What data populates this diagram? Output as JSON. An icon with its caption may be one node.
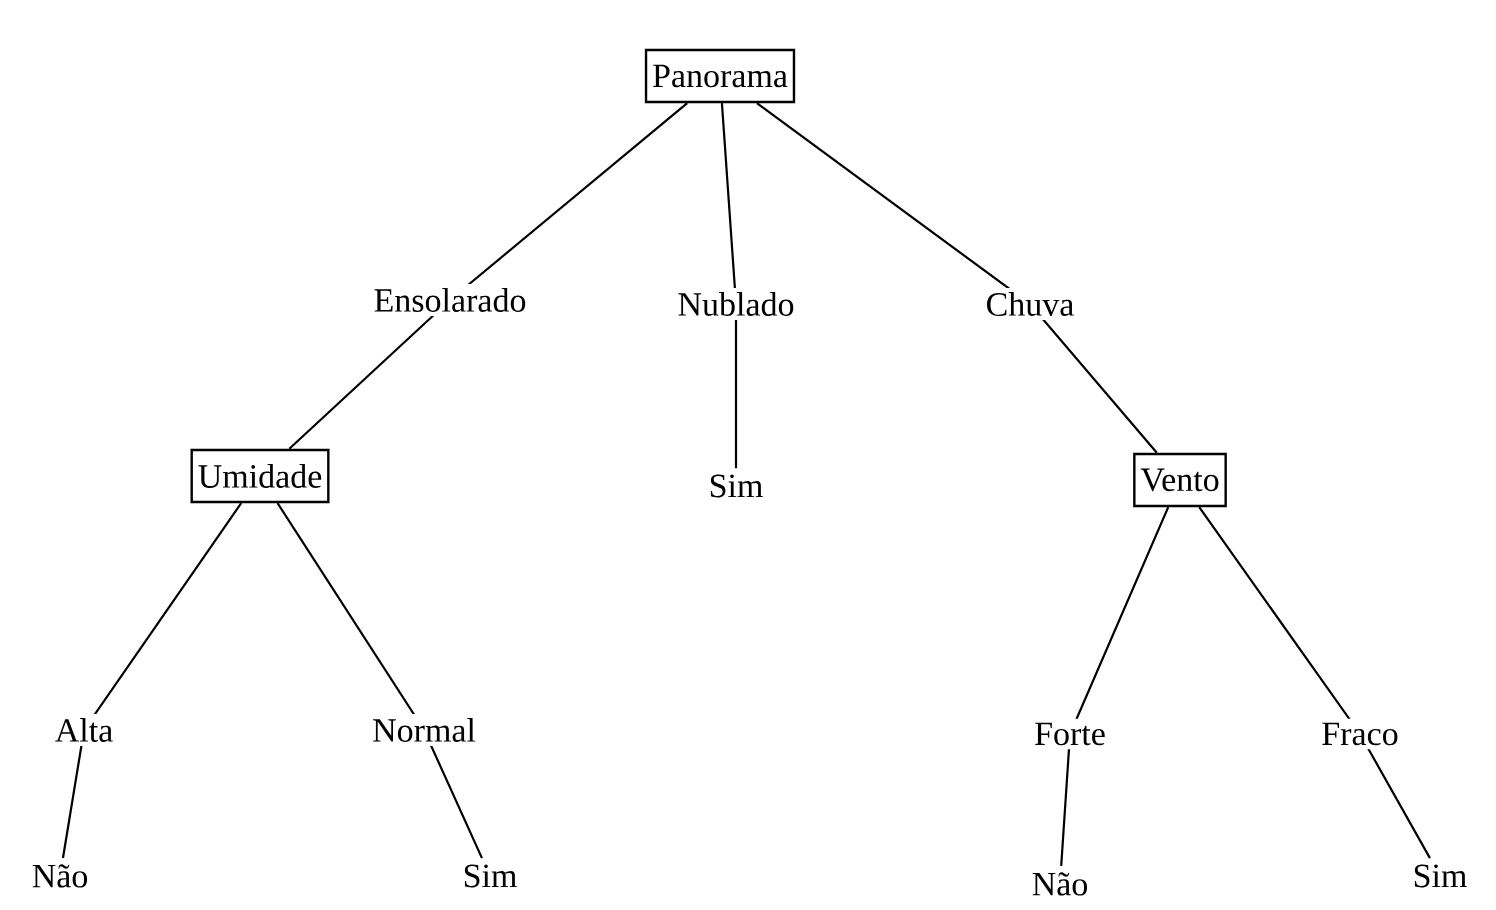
{
  "diagram": {
    "nodes": [
      {
        "text": [
          "Panorama"
        ]
      },
      {
        "text": [
          "Umidade"
        ]
      },
      {
        "text": [
          "Sim"
        ]
      },
      {
        "text": [
          "Vento"
        ]
      },
      {
        "text": [
          "Não"
        ]
      },
      {
        "text": [
          "Sim"
        ]
      },
      {
        "text": [
          "Não"
        ]
      },
      {
        "text": [
          "Sim"
        ]
      }
    ],
    "edges": [
      {
        "from": 0,
        "to": 1,
        "arrow": "none",
        "label": "Ensolarado"
      },
      {
        "from": 0,
        "to": 2,
        "arrow": "none",
        "label": "Nublado"
      },
      {
        "from": 0,
        "to": 3,
        "arrow": "none",
        "label": "Chuva"
      },
      {
        "from": 1,
        "to": 4,
        "arrow": "none",
        "label": "Alta"
      },
      {
        "from": 1,
        "to": 5,
        "arrow": "none",
        "label": "Normal"
      },
      {
        "from": 3,
        "to": 6,
        "arrow": "none",
        "label": "Forte"
      },
      {
        "from": 3,
        "to": 7,
        "arrow": "none",
        "label": "Fraco"
      }
    ]
  }
}
